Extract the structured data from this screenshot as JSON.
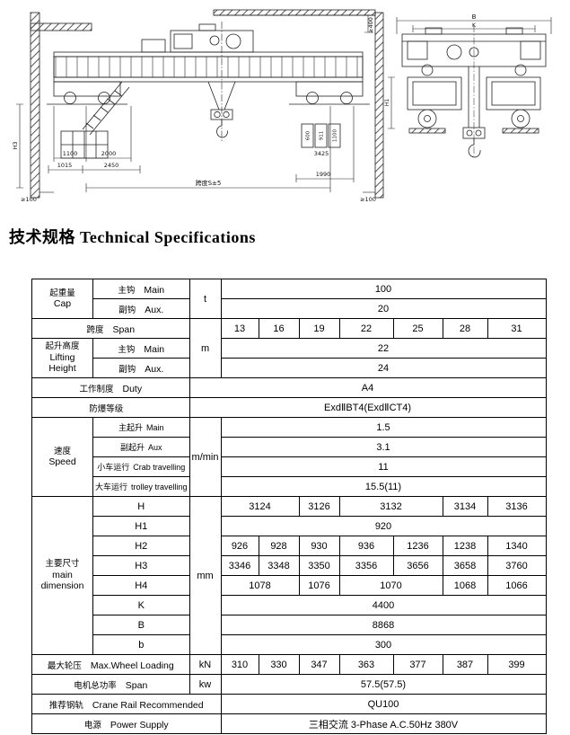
{
  "title": "技术规格 Technical Specifications",
  "drawings": {
    "front": {
      "dim_1100": "1100",
      "dim_2000": "2000",
      "dim_1015": "1015",
      "dim_2450": "2450",
      "dim_left_clearance": "≥100",
      "dim_span": "跨度S±5",
      "dim_1990": "1990",
      "dim_3425": "3425",
      "dim_right_clearance": "≥100",
      "dim_min400": "≥400",
      "dim_h3": "H3",
      "dim_600": "600",
      "dim_911": "911",
      "dim_1100_detail": "1100"
    },
    "side": {
      "dim_b": "B",
      "dim_k": "K",
      "dim_h1": "H1"
    }
  },
  "table": {
    "cap": {
      "zh": "起重量",
      "en": "Cap",
      "unit": "t",
      "main": {
        "zh": "主钩",
        "en": "Main",
        "value": "100"
      },
      "aux": {
        "zh": "副钩",
        "en": "Aux.",
        "value": "20"
      }
    },
    "span": {
      "zh": "跨度",
      "en": "Span",
      "values": [
        "13",
        "16",
        "19",
        "22",
        "25",
        "28",
        "31"
      ]
    },
    "lifting": {
      "zh": "起升高度",
      "en1": "Lifting",
      "en2": "Height",
      "unit": "m",
      "main": {
        "zh": "主钩",
        "en": "Main",
        "value": "22"
      },
      "aux": {
        "zh": "副钩",
        "en": "Aux.",
        "value": "24"
      }
    },
    "duty": {
      "zh": "工作制度",
      "en": "Duty",
      "value": "A4"
    },
    "explosion": {
      "zh": "防爆等级",
      "value": "ExdⅡBT4(ExdⅡCT4)"
    },
    "speed": {
      "zh": "速度",
      "en": "Speed",
      "unit": "m/min",
      "rows": [
        {
          "zh": "主起升",
          "en": "Main",
          "value": "1.5"
        },
        {
          "zh": "副起升",
          "en": "Aux",
          "value": "3.1"
        },
        {
          "zh": "小车运行",
          "en": "Crab travelling",
          "value": "11"
        },
        {
          "zh": "大车运行",
          "en": "trolley travelling",
          "value": "15.5(11)"
        }
      ]
    },
    "dimensions": {
      "zh": "主要尺寸",
      "en1": "main",
      "en2": "dimension",
      "unit": "mm",
      "H": {
        "label": "H",
        "values": [
          "3124",
          "3126",
          "3132",
          "3134",
          "3136"
        ]
      },
      "H1": {
        "label": "H1",
        "value": "920"
      },
      "H2": {
        "label": "H2",
        "values": [
          "926",
          "928",
          "930",
          "936",
          "1236",
          "1238",
          "1340"
        ]
      },
      "H3": {
        "label": "H3",
        "values": [
          "3346",
          "3348",
          "3350",
          "3356",
          "3656",
          "3658",
          "3760"
        ]
      },
      "H4": {
        "label": "H4",
        "values": [
          "1078",
          "1076",
          "1070",
          "1068",
          "1066"
        ]
      },
      "K": {
        "label": "K",
        "value": "4400"
      },
      "B": {
        "label": "B",
        "value": "8868"
      },
      "b": {
        "label": "b",
        "value": "300"
      }
    },
    "wheel_loading": {
      "zh": "最大轮压",
      "en": "Max.Wheel Loading",
      "unit": "kN",
      "values": [
        "310",
        "330",
        "347",
        "363",
        "377",
        "387",
        "399"
      ]
    },
    "motor_power": {
      "zh": "电机总功率",
      "en": "Span",
      "unit": "kw",
      "value": "57.5(57.5)"
    },
    "crane_rail": {
      "zh": "推荐钢轨",
      "en": "Crane Rail Recommended",
      "value": "QU100"
    },
    "power_supply": {
      "zh": "电源",
      "en": "Power Supply",
      "value": "三相交流 3-Phase A.C.50Hz 380V"
    }
  }
}
